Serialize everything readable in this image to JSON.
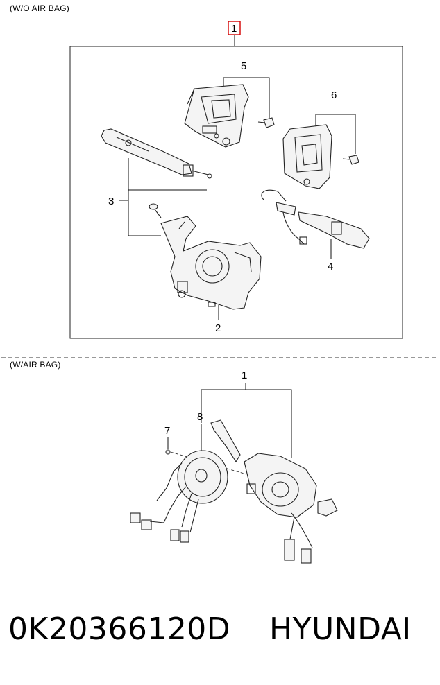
{
  "sections": {
    "top_label": "(W/O AIR BAG)",
    "bottom_label": "(W/AIR BAG)"
  },
  "callouts": {
    "top_assembly": "1",
    "top_clock_spring": "2",
    "top_light_switch": "3",
    "top_wiper_switch": "4",
    "top_bracket_5": "5",
    "top_bracket_6": "6",
    "bottom_assembly": "1",
    "bottom_screw": "7",
    "bottom_clock_spring": "8"
  },
  "footer": {
    "part_number": "0K20366120D",
    "brand": "HYUNDAI"
  },
  "colors": {
    "highlight_box": "#d40000",
    "line": "#222222"
  }
}
